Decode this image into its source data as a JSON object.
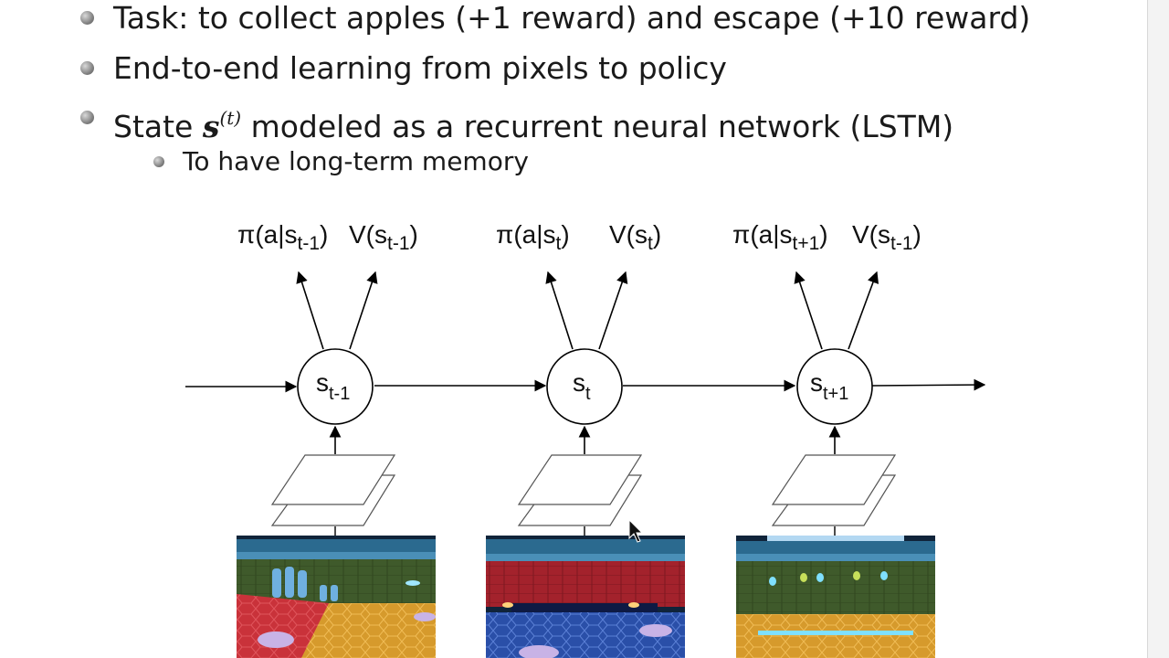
{
  "bullets": [
    {
      "text": "Task: to collect apples (+1 reward) and escape (+10 reward)"
    },
    {
      "text": "End-to-end learning from pixels to policy"
    },
    {
      "text_before": "State ",
      "symbol": "s",
      "superscript": "(t)",
      "text_after": " modeled as a recurrent neural network (LSTM)"
    }
  ],
  "sub_bullets": [
    {
      "text": "To have long-term memory"
    }
  ],
  "diagram": {
    "nodes": [
      {
        "base": "s",
        "sub": "t-1",
        "policy_sub": "t-1",
        "value_sub": "t-1"
      },
      {
        "base": "s",
        "sub": "t",
        "policy_sub": "t",
        "value_sub": "t"
      },
      {
        "base": "s",
        "sub": "t+1",
        "policy_sub": "t+1",
        "value_sub": "t-1"
      }
    ],
    "policy_prefix": "π(a|s",
    "policy_suffix": ")",
    "value_prefix": "V(s",
    "value_suffix": ")"
  }
}
